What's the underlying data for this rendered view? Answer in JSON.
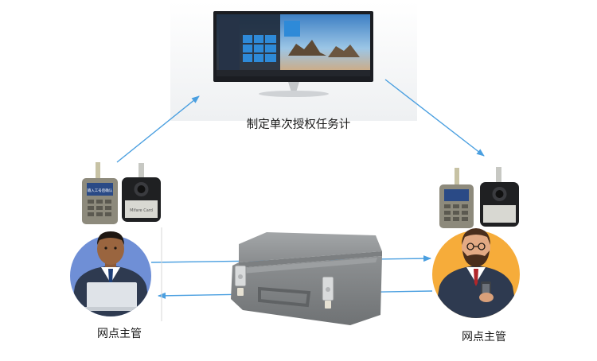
{
  "labels": {
    "task": "制定单次授权任务计",
    "left_person": "网点主管",
    "right_person": "网点主管"
  },
  "device_screen_text": "输入工号后确认",
  "card_text": "Mifare Card",
  "colors": {
    "arrow": "#4a9fe0",
    "case": "#8e9192",
    "left_circle": "#6f8fd6",
    "right_circle": "#f6ac3a",
    "suit": "#2e3a50"
  },
  "icons": [
    "monitor-icon",
    "key-device-icon",
    "card-reader-icon",
    "laptop-icon",
    "phone-icon",
    "case-icon"
  ]
}
